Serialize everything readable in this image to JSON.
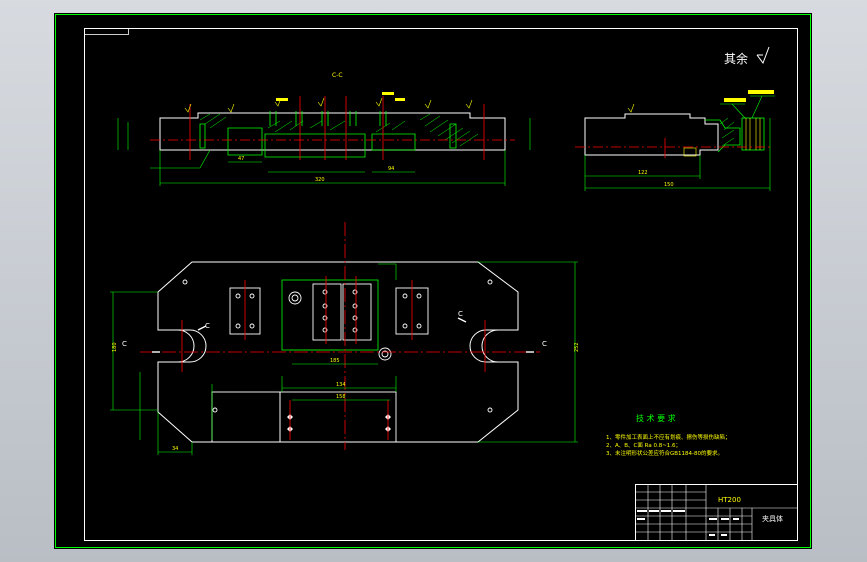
{
  "drawing": {
    "surface_roughness_label": "其余",
    "section_label": "C-C",
    "section_marks": [
      "C",
      "C",
      "C",
      "C"
    ],
    "tech_requirements": {
      "title": "技 术 要 求",
      "items": [
        "1、零件加工表面上不应有划痕、擦伤等损伤缺陷；",
        "2、A、B、C面 Ra 0.8~1.6；",
        "3、未注明形状公差应符合GB1184-80的要求。"
      ]
    },
    "title_block": {
      "material": "HT200",
      "part_name": "夹具体"
    },
    "dimensions": {
      "top_overall": "320",
      "top_inner": "94",
      "top_small": "47",
      "side_length": "122",
      "side_overall": "150",
      "plan_width": "252",
      "plan_height": "180",
      "plan_inner": "134",
      "plan_bottom": "158",
      "plan_left": "34",
      "plan_right": "185"
    },
    "colors": {
      "background": "#000000",
      "outline": "#ffffff",
      "object": "#00ff00",
      "center_line": "#ff0000",
      "text": "#ffff00",
      "hatch": "#00ff00"
    }
  }
}
